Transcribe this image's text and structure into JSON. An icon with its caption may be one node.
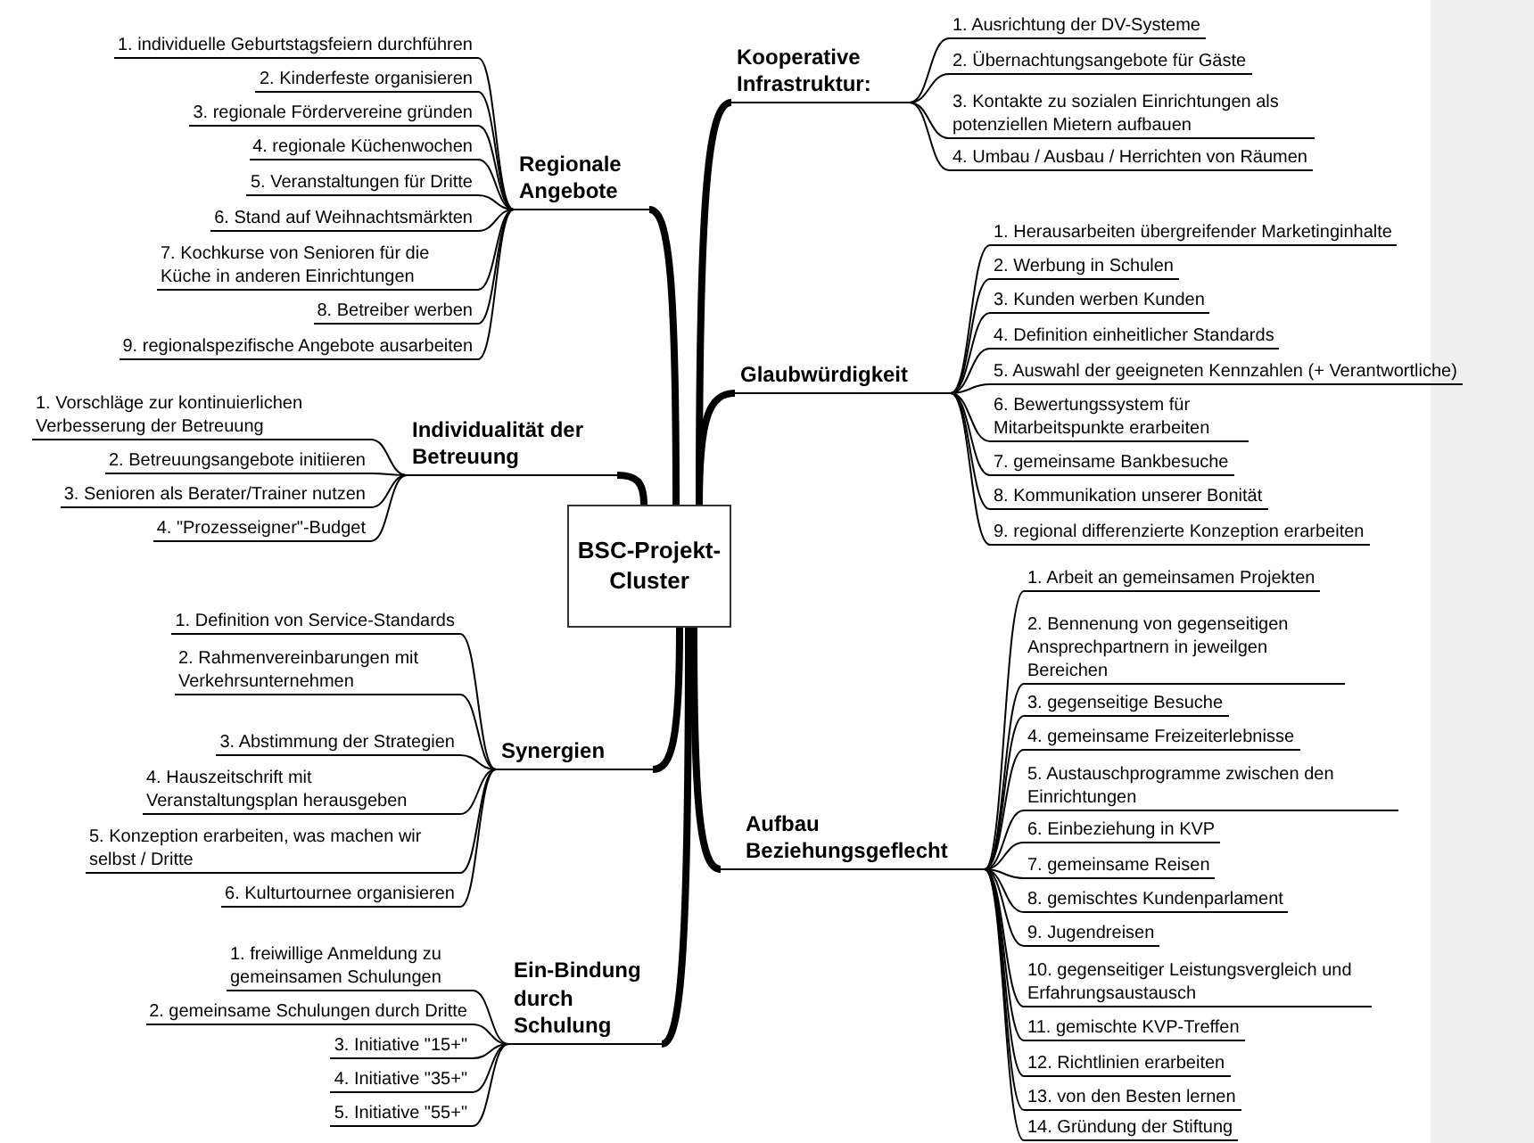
{
  "diagram": {
    "nodes": [
      {
        "text": [
          "BSC-Projekt-Cluster"
        ]
      },
      {
        "text": [
          "Regionale Angebote"
        ]
      },
      {
        "text": [
          "1. individuelle Geburtstagsfeiern durchführen"
        ]
      },
      {
        "text": [
          "2. Kinderfeste organisieren"
        ]
      },
      {
        "text": [
          "3. regionale Fördervereine gründen"
        ]
      },
      {
        "text": [
          "4. regionale Küchenwochen"
        ]
      },
      {
        "text": [
          "5. Veranstaltungen für Dritte"
        ]
      },
      {
        "text": [
          "6. Stand auf Weihnachtsmärkten"
        ]
      },
      {
        "text": [
          "7. Kochkurse von Senioren für die Küche in anderen Einrichtungen"
        ]
      },
      {
        "text": [
          "8. Betreiber werben"
        ]
      },
      {
        "text": [
          "9. regionalspezifische Angebote ausarbeiten"
        ]
      },
      {
        "text": [
          "Kooperative Infrastruktur:"
        ]
      },
      {
        "text": [
          "1. Ausrichtung der DV-Systeme"
        ]
      },
      {
        "text": [
          "2. Übernachtungsangebote für Gäste"
        ]
      },
      {
        "text": [
          "3. Kontakte zu sozialen Einrichtungen als potenziellen Mietern aufbauen"
        ]
      },
      {
        "text": [
          "4. Umbau / Ausbau / Herrichten von Räumen"
        ]
      },
      {
        "text": [
          "Individualität der Betreuung"
        ]
      },
      {
        "text": [
          "1. Vorschläge zur kontinuierlichen Verbesserung der Betreuung"
        ]
      },
      {
        "text": [
          "2. Betreuungsangebote initiieren"
        ]
      },
      {
        "text": [
          "3. Senioren als Berater/Trainer nutzen"
        ]
      },
      {
        "text": [
          "4. \"Prozesseigner\"-Budget"
        ]
      },
      {
        "text": [
          "Glaubwürdigkeit"
        ]
      },
      {
        "text": [
          "1. Herausarbeiten übergreifender Marketinginhalte"
        ]
      },
      {
        "text": [
          "2. Werbung in Schulen"
        ]
      },
      {
        "text": [
          "3. Kunden werben Kunden"
        ]
      },
      {
        "text": [
          "4. Definition einheitlicher Standards"
        ]
      },
      {
        "text": [
          "5. Auswahl der geeigneten Kennzahlen (+ Verantwortliche)"
        ]
      },
      {
        "text": [
          "6. Bewertungssystem für Mitarbeitspunkte erarbeiten"
        ]
      },
      {
        "text": [
          "7. gemeinsame Bankbesuche"
        ]
      },
      {
        "text": [
          "8. Kommunikation unserer Bonität"
        ]
      },
      {
        "text": [
          "9. regional differenzierte Konzeption erarbeiten"
        ]
      },
      {
        "text": [
          "Synergien"
        ]
      },
      {
        "text": [
          "1. Definition von Service-Standards"
        ]
      },
      {
        "text": [
          "2. Rahmenvereinbarungen mit Verkehrsunternehmen"
        ]
      },
      {
        "text": [
          "3. Abstimmung der Strategien"
        ]
      },
      {
        "text": [
          "4. Hauszeitschrift mit Veranstaltungsplan herausgeben"
        ]
      },
      {
        "text": [
          "5. Konzeption erarbeiten, was machen wir selbst / Dritte"
        ]
      },
      {
        "text": [
          "6. Kulturtournee organisieren"
        ]
      },
      {
        "text": [
          "Aufbau Beziehungsgeflecht"
        ]
      },
      {
        "text": [
          "1. Arbeit an gemeinsamen Projekten"
        ]
      },
      {
        "text": [
          "2. Bennenung von gegenseitigen Ansprechpartnern in jeweilgen Bereichen"
        ]
      },
      {
        "text": [
          "3. gegenseitige Besuche"
        ]
      },
      {
        "text": [
          "4. gemeinsame Freizeiterlebnisse"
        ]
      },
      {
        "text": [
          "5. Austauschprogramme zwischen den Einrichtungen"
        ]
      },
      {
        "text": [
          "6. Einbeziehung in KVP"
        ]
      },
      {
        "text": [
          "7. gemeinsame Reisen"
        ]
      },
      {
        "text": [
          "8. gemischtes Kundenparlament"
        ]
      },
      {
        "text": [
          "9. Jugendreisen"
        ]
      },
      {
        "text": [
          "10. gegenseitiger Leistungsvergleich und Erfahrungsaustausch"
        ]
      },
      {
        "text": [
          "11. gemischte KVP-Treffen"
        ]
      },
      {
        "text": [
          "12. Richtlinien erarbeiten"
        ]
      },
      {
        "text": [
          "13. von den Besten lernen"
        ]
      },
      {
        "text": [
          "14. Gründung der Stiftung"
        ]
      },
      {
        "text": [
          "Ein-Bindung durch Schulung"
        ]
      },
      {
        "text": [
          "1. freiwillige Anmeldung zu gemeinsamen Schulungen"
        ]
      },
      {
        "text": [
          "2. gemeinsame Schulungen durch Dritte"
        ]
      },
      {
        "text": [
          "3. Initiative \"15+\""
        ]
      },
      {
        "text": [
          "4. Initiative \"35+\""
        ]
      },
      {
        "text": [
          "5. Initiative \"55+\""
        ]
      }
    ],
    "edges": [
      {
        "from": 0,
        "to": 1,
        "arrow": "none",
        "style": "thick"
      },
      {
        "from": 0,
        "to": 11,
        "arrow": "none",
        "style": "thick"
      },
      {
        "from": 0,
        "to": 16,
        "arrow": "none",
        "style": "thick"
      },
      {
        "from": 0,
        "to": 21,
        "arrow": "none",
        "style": "thick"
      },
      {
        "from": 0,
        "to": 31,
        "arrow": "none",
        "style": "thick"
      },
      {
        "from": 0,
        "to": 38,
        "arrow": "none",
        "style": "thick"
      },
      {
        "from": 0,
        "to": 53,
        "arrow": "none",
        "style": "thick"
      },
      {
        "from": 1,
        "to": 2,
        "arrow": "none"
      },
      {
        "from": 1,
        "to": 3,
        "arrow": "none"
      },
      {
        "from": 1,
        "to": 4,
        "arrow": "none"
      },
      {
        "from": 1,
        "to": 5,
        "arrow": "none"
      },
      {
        "from": 1,
        "to": 6,
        "arrow": "none"
      },
      {
        "from": 1,
        "to": 7,
        "arrow": "none"
      },
      {
        "from": 1,
        "to": 8,
        "arrow": "none"
      },
      {
        "from": 1,
        "to": 9,
        "arrow": "none"
      },
      {
        "from": 1,
        "to": 10,
        "arrow": "none"
      },
      {
        "from": 11,
        "to": 12,
        "arrow": "none"
      },
      {
        "from": 11,
        "to": 13,
        "arrow": "none"
      },
      {
        "from": 11,
        "to": 14,
        "arrow": "none"
      },
      {
        "from": 11,
        "to": 15,
        "arrow": "none"
      },
      {
        "from": 16,
        "to": 17,
        "arrow": "none"
      },
      {
        "from": 16,
        "to": 18,
        "arrow": "none"
      },
      {
        "from": 16,
        "to": 19,
        "arrow": "none"
      },
      {
        "from": 16,
        "to": 20,
        "arrow": "none"
      },
      {
        "from": 21,
        "to": 22,
        "arrow": "none"
      },
      {
        "from": 21,
        "to": 23,
        "arrow": "none"
      },
      {
        "from": 21,
        "to": 24,
        "arrow": "none"
      },
      {
        "from": 21,
        "to": 25,
        "arrow": "none"
      },
      {
        "from": 21,
        "to": 26,
        "arrow": "none"
      },
      {
        "from": 21,
        "to": 27,
        "arrow": "none"
      },
      {
        "from": 21,
        "to": 28,
        "arrow": "none"
      },
      {
        "from": 21,
        "to": 29,
        "arrow": "none"
      },
      {
        "from": 21,
        "to": 30,
        "arrow": "none"
      },
      {
        "from": 31,
        "to": 32,
        "arrow": "none"
      },
      {
        "from": 31,
        "to": 33,
        "arrow": "none"
      },
      {
        "from": 31,
        "to": 34,
        "arrow": "none"
      },
      {
        "from": 31,
        "to": 35,
        "arrow": "none"
      },
      {
        "from": 31,
        "to": 36,
        "arrow": "none"
      },
      {
        "from": 31,
        "to": 37,
        "arrow": "none"
      },
      {
        "from": 38,
        "to": 39,
        "arrow": "none"
      },
      {
        "from": 38,
        "to": 40,
        "arrow": "none"
      },
      {
        "from": 38,
        "to": 41,
        "arrow": "none"
      },
      {
        "from": 38,
        "to": 42,
        "arrow": "none"
      },
      {
        "from": 38,
        "to": 43,
        "arrow": "none"
      },
      {
        "from": 38,
        "to": 44,
        "arrow": "none"
      },
      {
        "from": 38,
        "to": 45,
        "arrow": "none"
      },
      {
        "from": 38,
        "to": 46,
        "arrow": "none"
      },
      {
        "from": 38,
        "to": 47,
        "arrow": "none"
      },
      {
        "from": 38,
        "to": 48,
        "arrow": "none"
      },
      {
        "from": 38,
        "to": 49,
        "arrow": "none"
      },
      {
        "from": 38,
        "to": 50,
        "arrow": "none"
      },
      {
        "from": 38,
        "to": 51,
        "arrow": "none"
      },
      {
        "from": 38,
        "to": 52,
        "arrow": "none"
      },
      {
        "from": 53,
        "to": 54,
        "arrow": "none"
      },
      {
        "from": 53,
        "to": 55,
        "arrow": "none"
      },
      {
        "from": 53,
        "to": 56,
        "arrow": "none"
      },
      {
        "from": 53,
        "to": 57,
        "arrow": "none"
      },
      {
        "from": 53,
        "to": 58,
        "arrow": "none"
      }
    ]
  }
}
